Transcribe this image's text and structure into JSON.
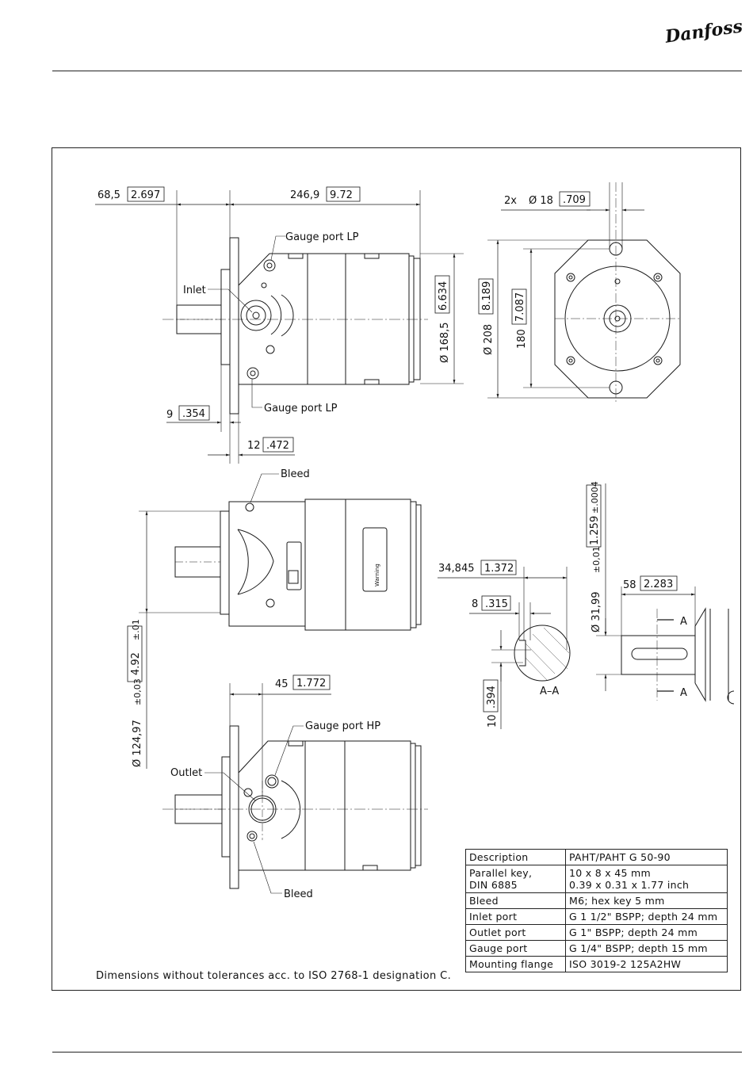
{
  "header": {
    "logo_text": "Danfoss"
  },
  "drawing": {
    "top_view": {
      "dim_overhang": "68,5",
      "dim_overhang_in": "2.697",
      "dim_length": "246,9",
      "dim_length_in": "9.72",
      "gauge_port_top": "Gauge port LP",
      "inlet": "Inlet",
      "gauge_port_bottom": "Gauge port LP",
      "dim_dia": "Ø 168,5",
      "dim_dia_in": "6.634",
      "dim_flange": "9",
      "dim_flange_in": ".354",
      "dim_pilot": "12",
      "dim_pilot_in": ".472"
    },
    "flange_view": {
      "holes": "2x",
      "hole_dia": "Ø 18",
      "hole_dia_in": ".709",
      "dim_outer": "Ø 208",
      "dim_outer_in": "8.189",
      "dim_bolt": "180",
      "dim_bolt_in": "7.087"
    },
    "side_view": {
      "bleed": "Bleed",
      "warning": "Warning",
      "dim_pilot_dia": "Ø 124,97",
      "dim_pilot_tol": "±0,03",
      "dim_pilot_in": "4.92",
      "dim_pilot_in_tol": "±.01"
    },
    "section_view": {
      "dim_key_height": "34,845",
      "dim_key_height_in": "1.372",
      "dim_key_width": "8",
      "dim_key_width_in": ".315",
      "dim_key_depth": "10",
      "dim_key_depth_in": ".394",
      "label": "A–A"
    },
    "shaft_view": {
      "dim_shaft_dia": "Ø 31,99",
      "dim_shaft_tol": "±0,01",
      "dim_shaft_in": "1.259",
      "dim_shaft_in_tol": "±.0004",
      "dim_shaft_len": "58",
      "dim_shaft_len_in": "2.283",
      "cut_top": "A",
      "cut_bottom": "A"
    },
    "bottom_view": {
      "dim_offset": "45",
      "dim_offset_in": "1.772",
      "gauge_port": "Gauge port HP",
      "outlet": "Outlet",
      "bleed": "Bleed"
    }
  },
  "spec_table": [
    {
      "key": "Description",
      "value": "PAHT/PAHT G 50-90"
    },
    {
      "key": "Parallel key,\nDIN 6885",
      "value": "10 x 8 x 45 mm\n0.39 x 0.31 x 1.77 inch"
    },
    {
      "key": "Bleed",
      "value": "M6; hex key 5 mm"
    },
    {
      "key": "Inlet port",
      "value": "G 1 1/2\" BSPP; depth 24 mm"
    },
    {
      "key": "Outlet port",
      "value": "G 1\" BSPP; depth 24 mm"
    },
    {
      "key": "Gauge port",
      "value": "G 1/4\" BSPP; depth 15 mm"
    },
    {
      "key": "Mounting flange",
      "value": "ISO 3019-2 125A2HW"
    }
  ],
  "footnote": "Dimensions without tolerances acc. to ISO 2768-1 designation C."
}
